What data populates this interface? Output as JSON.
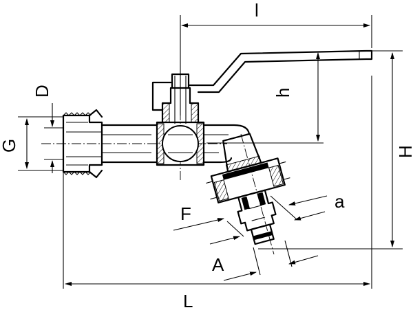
{
  "figure": {
    "dimension_labels": {
      "l": "l",
      "h": "h",
      "H": "H",
      "L": "L",
      "D": "D",
      "G": "G",
      "F": "F",
      "a": "a",
      "A": "A"
    }
  }
}
